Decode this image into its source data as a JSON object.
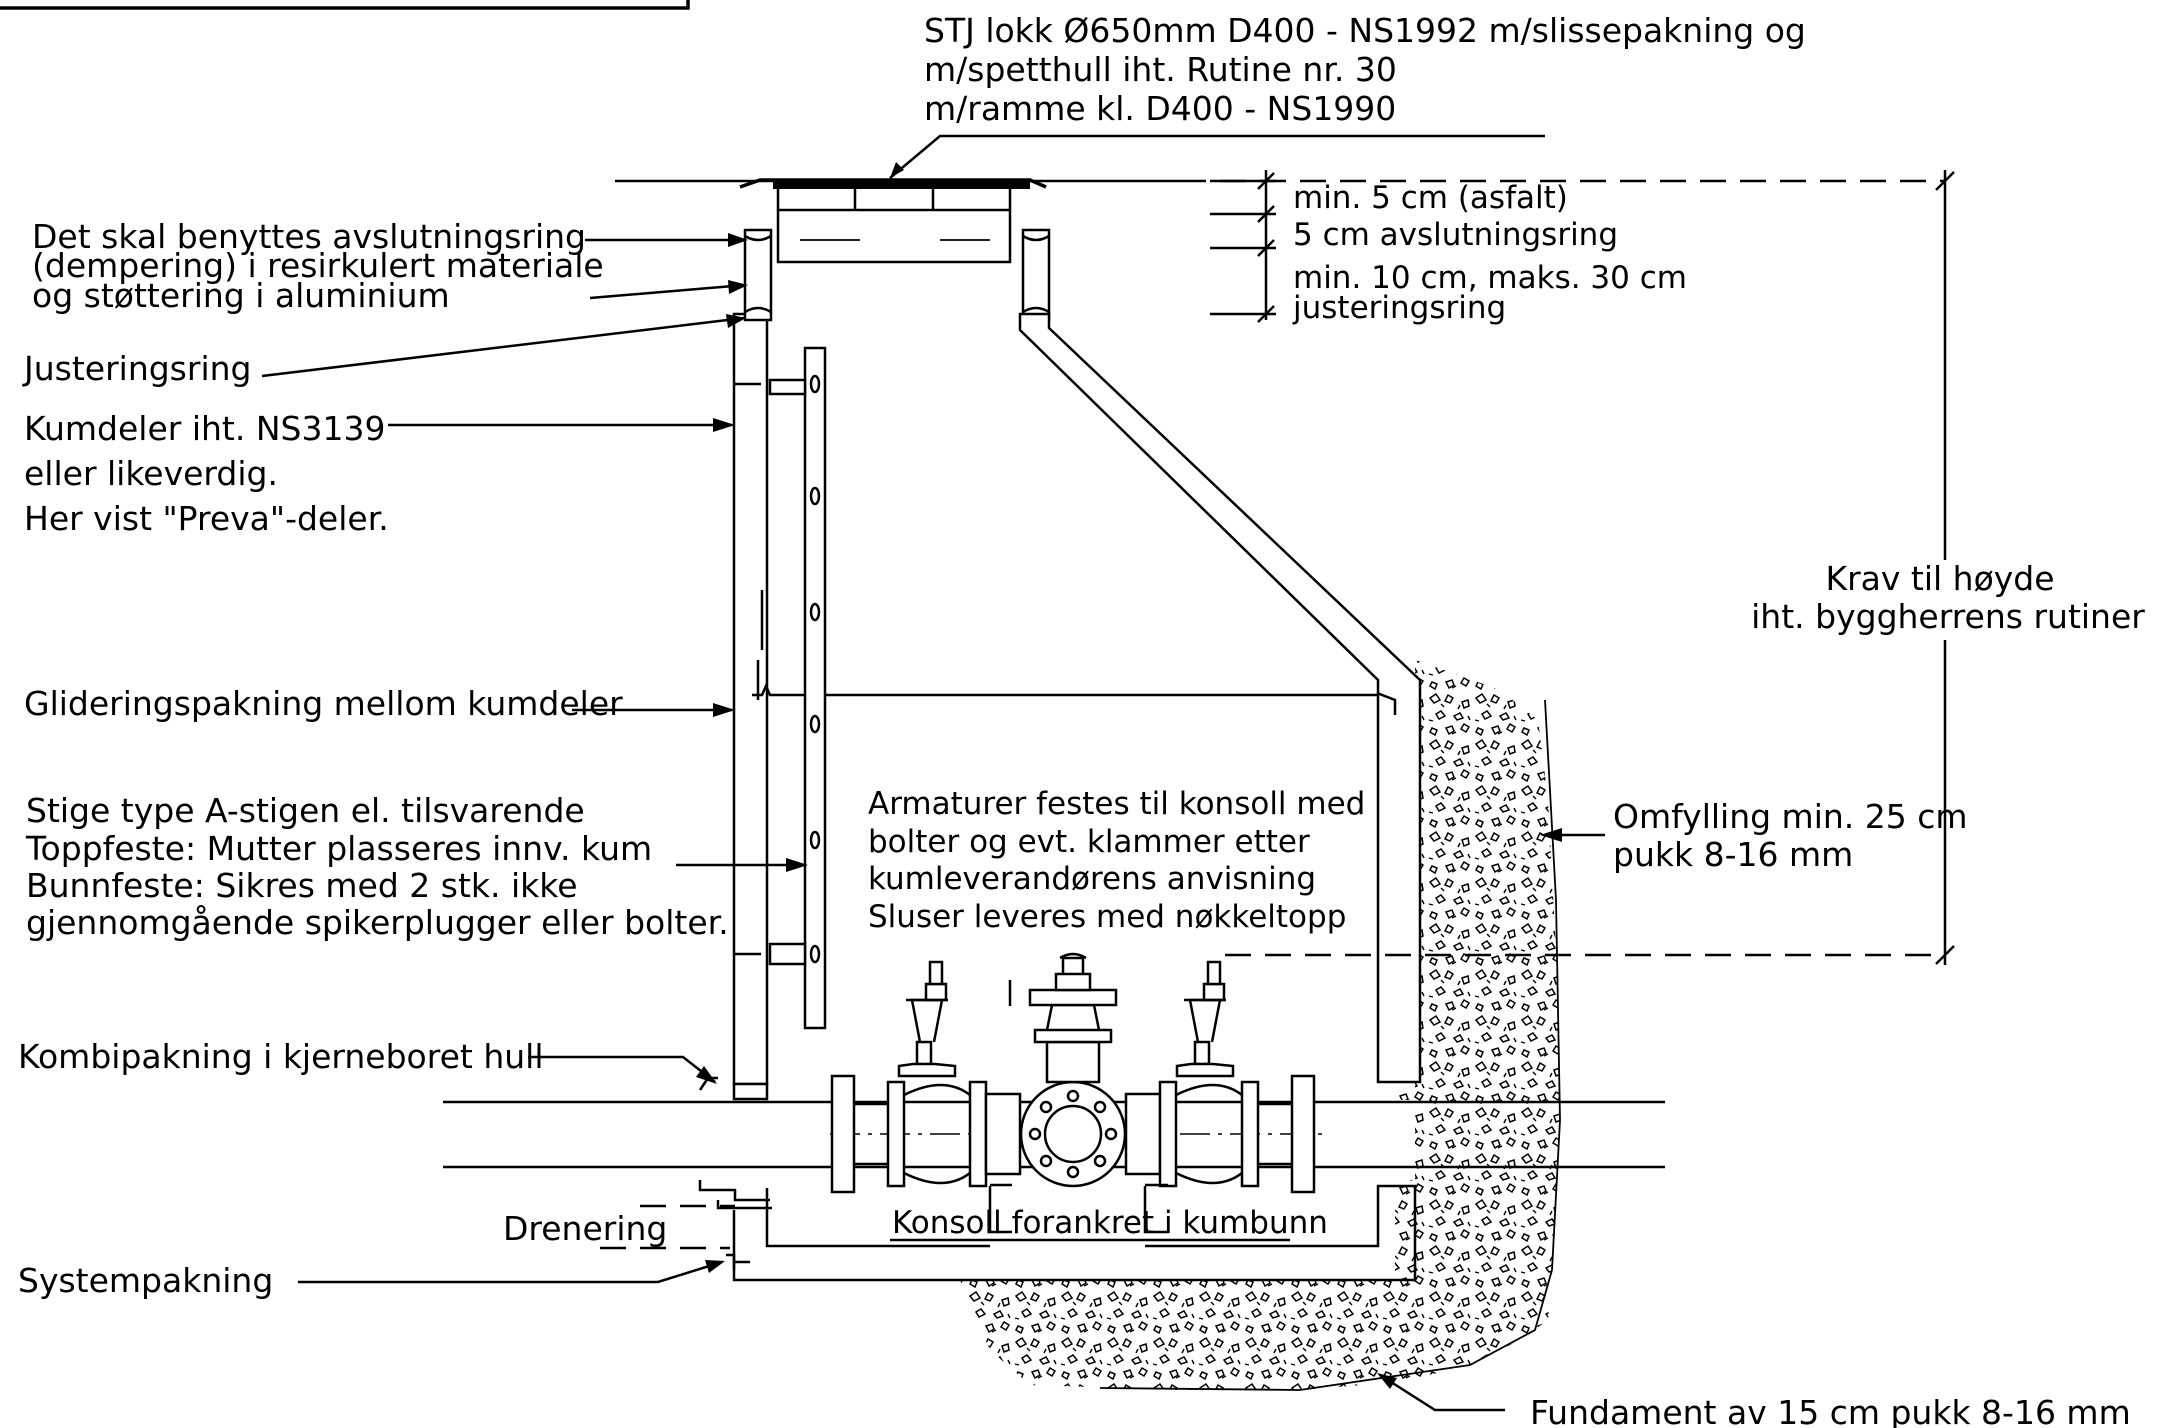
{
  "labels": {
    "lid_line1": "STJ lokk Ø650mm D400 - NS1992 m/slissepakning og",
    "lid_line2": "m/spetthull iht. Rutine nr. 30",
    "lid_line3": "m/ramme kl. D400 - NS1990",
    "ring_line1": "Det skal benyttes avslutningsring",
    "ring_line2": "(dempering) i resirkulert materiale",
    "ring_line3": "og støttering i aluminium",
    "justeringsring": "Justeringsring",
    "kumdeler_line1": "Kumdeler iht. NS3139",
    "kumdeler_line2": "eller likeverdig.",
    "kumdeler_line3": "Her vist \"Preva\"-deler.",
    "glidering": "Glideringspakning mellom kumdeler",
    "stige_line1": "Stige type A-stigen el. tilsvarende",
    "stige_line2": "Toppfeste: Mutter plasseres innv. kum",
    "stige_line3": "Bunnfeste: Sikres med 2 stk. ikke",
    "stige_line4": "gjennomgående spikerplugger eller bolter.",
    "kombipakning": "Kombipakning i kjerneboret hull",
    "drenering": "Drenering",
    "systempakning": "Systempakning",
    "dim_asfalt": "min. 5 cm (asfalt)",
    "dim_avslutningsring": "5 cm avslutningsring",
    "dim_min10": "min. 10 cm, maks. 30 cm",
    "dim_justeringsring": "justeringsring",
    "krav_line1": "Krav til høyde",
    "krav_line2": "iht. byggherrens rutiner",
    "armaturer_line1": "Armaturer festes til konsoll med",
    "armaturer_line2": "bolter og evt. klammer etter",
    "armaturer_line3": "kumleverandørens anvisning",
    "armaturer_line4": "Sluser leveres med nøkkeltopp",
    "omfylling_line1": "Omfylling min. 25 cm",
    "omfylling_line2": "pukk 8-16 mm",
    "konsoll": "Konsoll forankret i kumbunn",
    "fundament": "Fundament av 15 cm pukk 8-16 mm"
  },
  "colors": {
    "line": "#000000",
    "background": "#ffffff"
  }
}
